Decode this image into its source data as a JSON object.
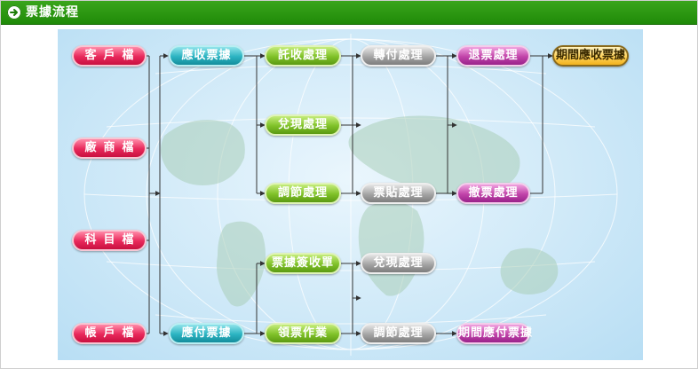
{
  "title": "票據流程",
  "icons": {
    "title_icon": "circle-arrow-right-icon"
  },
  "nodes": {
    "customer_file": "客戶檔",
    "vendor_file": "廠商檔",
    "subject_file": "科目檔",
    "account_file": "帳戶檔",
    "receivable_note": "應收票據",
    "payable_note": "應付票據",
    "collection_processing": "託收處理",
    "cash_processing_1": "兌現處理",
    "adjustment_processing_1": "調節處理",
    "note_receipt_form": "票據簽收單",
    "receive_note_operation": "領票作業",
    "transfer_processing": "轉付處理",
    "discount_processing": "票貼處理",
    "cash_processing_2": "兌現處理",
    "adjustment_processing_2": "調節處理",
    "return_processing": "退票處理",
    "void_processing": "撤票處理",
    "period_receivable": "期間應收票據",
    "period_payable": "期間應付票據"
  },
  "colors": {
    "titlebar": "#1f8a08",
    "connector": "#333333",
    "red": "#e8285a",
    "teal": "#2bb3c1",
    "green": "#7fc128",
    "gray": "#a5a5a5",
    "purple": "#c143a9",
    "gold": "#ffd35a"
  }
}
